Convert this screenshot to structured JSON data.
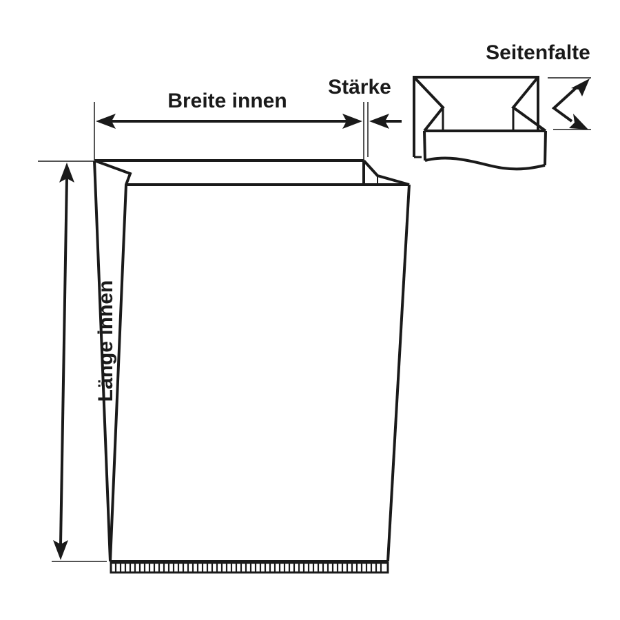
{
  "diagram": {
    "type": "bag-dimension-diagram",
    "labels": {
      "width": "Breite innen",
      "thickness": "Stärke",
      "gusset": "Seitenfalte",
      "length": "Länge innen"
    },
    "colors": {
      "line": "#1a1a1a",
      "background": "#ffffff"
    }
  }
}
